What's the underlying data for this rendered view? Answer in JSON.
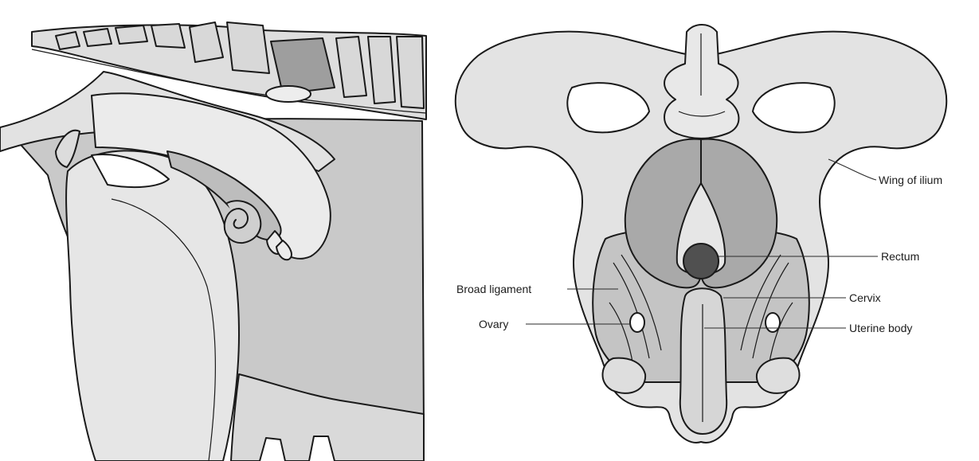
{
  "labels": {
    "wing_of_ilium": "Wing of ilium",
    "rectum": "Rectum",
    "cervix": "Cervix",
    "uterine_body": "Uterine body",
    "broad_ligament": "Broad ligament",
    "ovary": "Ovary"
  },
  "colors": {
    "background": "#ffffff",
    "bone": "#e4e4e4",
    "soft_tissue": "#c8c8c8",
    "dark_tissue": "#9a9a9a",
    "lumen": "#505050",
    "outline": "#1a1a1a"
  }
}
